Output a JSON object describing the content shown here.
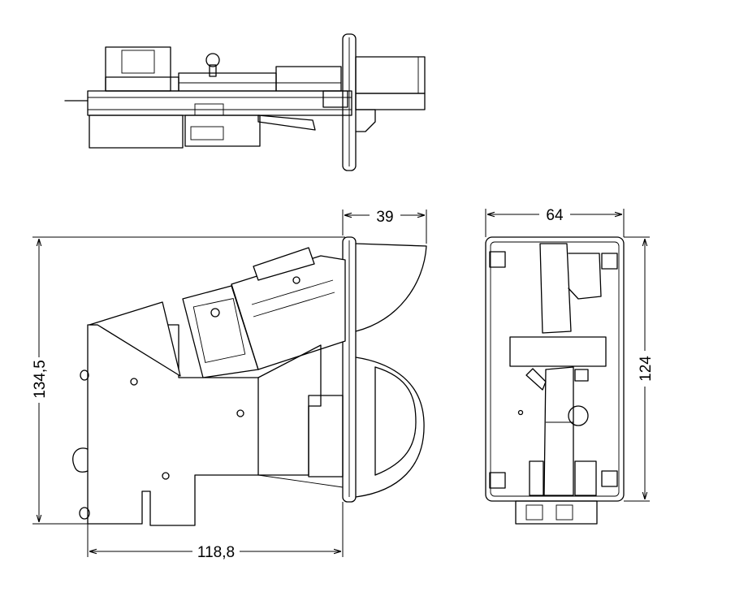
{
  "dimensions": {
    "depth_front": "39",
    "width": "64",
    "total_height": "134,5",
    "front_height": "124",
    "body_length": "118,8"
  }
}
